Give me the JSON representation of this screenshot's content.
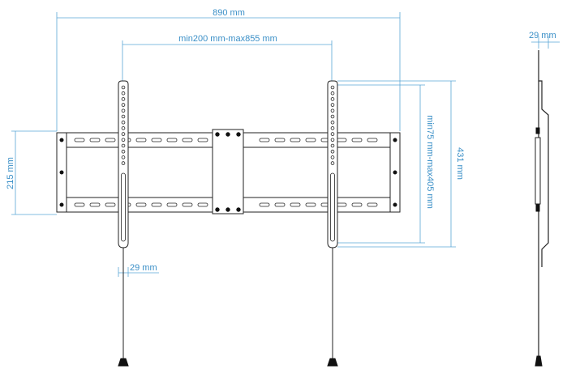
{
  "dimensions": {
    "overall_width": "890 mm",
    "vesa_horizontal": "min200 mm-max855 mm",
    "vesa_vertical": "min75 mm-max405 mm",
    "arm_height": "431 mm",
    "frame_height": "215 mm",
    "arm_width": "29 mm",
    "profile_depth": "29 mm"
  },
  "colors": {
    "dimension": "#3a8fc7",
    "outline": "#222222"
  }
}
